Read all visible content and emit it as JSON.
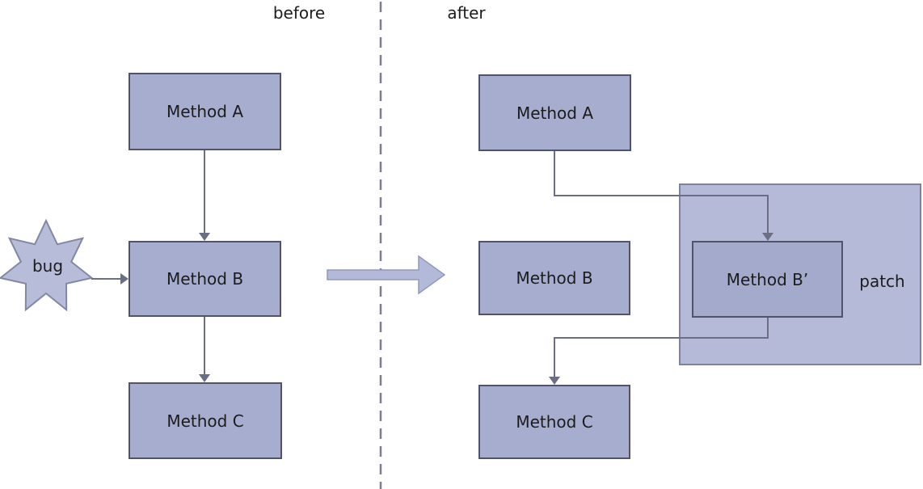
{
  "headers": {
    "before": "before",
    "after": "after"
  },
  "before_section": {
    "method_a": "Method A",
    "method_b": "Method B",
    "method_c": "Method C",
    "bug_label": "bug"
  },
  "after_section": {
    "method_a": "Method A",
    "method_b": "Method B",
    "method_c": "Method C",
    "method_b_prime": "Method B’",
    "patch_label": "patch"
  },
  "colors": {
    "box_fill": "#a6adce",
    "box_border": "#50536a",
    "patch_fill": "#b4bad7",
    "patch_border": "#7d82a0",
    "bprime_fill": "#a3aacb",
    "connector": "#6b6e84",
    "star_fill": "#b7bdd8",
    "star_border": "#8287a6",
    "arrow_fill": "#b3bad9",
    "arrow_border": "#9299bb",
    "divider": "#7b7e92",
    "text_color": "#1c1c1c",
    "bg": "#ffffff"
  }
}
